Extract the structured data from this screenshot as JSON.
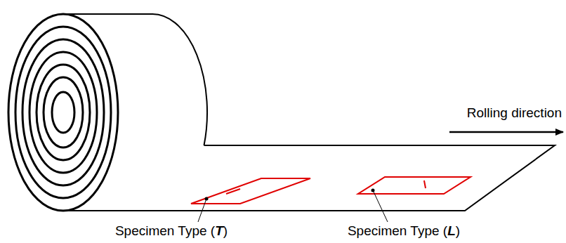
{
  "diagram": {
    "labels": [
      "Rolling direction",
      "Specimen Type (T)",
      "Specimen Type (L)"
    ]
  }
}
